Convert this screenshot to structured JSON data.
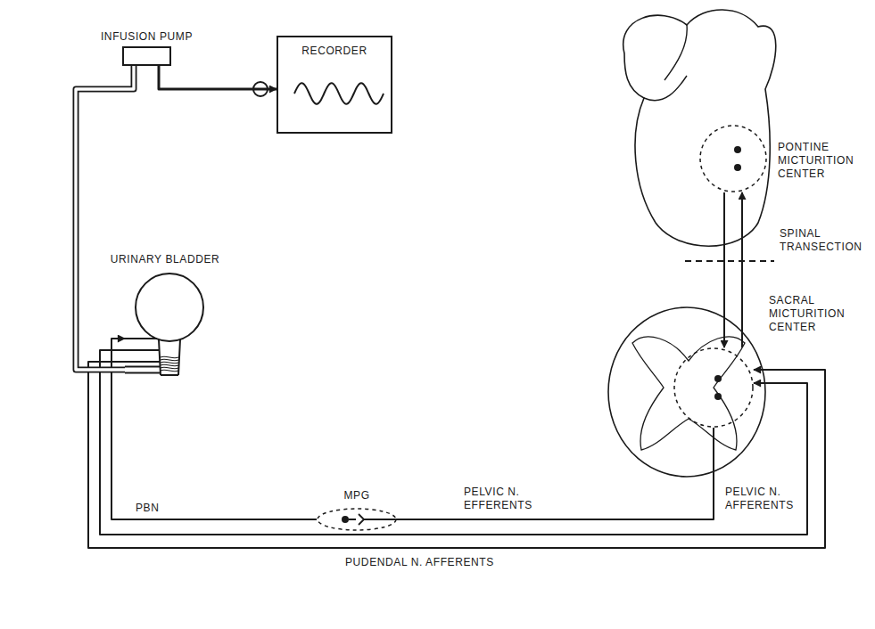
{
  "diagram": {
    "nodes": [
      {
        "text": [
          "INFUSION PUMP"
        ]
      },
      {
        "text": [
          "RECORDER"
        ]
      },
      {
        "text": [
          "URINARY BLADDER"
        ]
      },
      {
        "text": [
          "PONTINE MICTURITION CENTER"
        ]
      },
      {
        "text": [
          "SACRAL MICTURITION CENTER"
        ]
      },
      {
        "text": [
          "MPG"
        ]
      }
    ],
    "edges": [
      {
        "from": 0,
        "to": 1,
        "arrow": "to"
      },
      {
        "from": 0,
        "to": 2,
        "arrow": "none"
      },
      {
        "from": 3,
        "to": 4,
        "arrow": "to"
      },
      {
        "from": 4,
        "to": 3,
        "arrow": "to"
      },
      {
        "from": 4,
        "to": 5,
        "label": "PELVIC N. EFFERENTS",
        "arrow": "none"
      },
      {
        "from": 5,
        "to": 2,
        "label": "PBN",
        "arrow": "to"
      },
      {
        "from": 2,
        "to": 4,
        "label": "PELVIC N. AFFERENTS",
        "arrow": "to"
      },
      {
        "from": 2,
        "to": 4,
        "label": "PUDENDAL N. AFFERENTS",
        "arrow": "to"
      }
    ],
    "labels": [
      "SPINAL TRANSECTION"
    ]
  }
}
